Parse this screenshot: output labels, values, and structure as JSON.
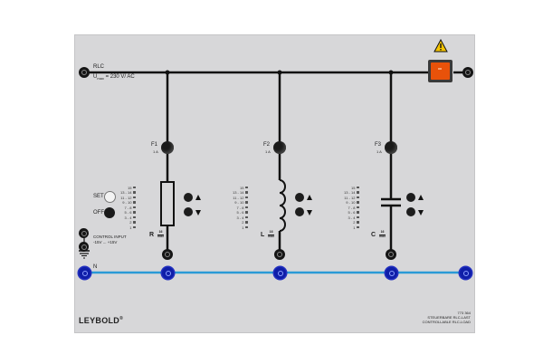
{
  "panel": {
    "supply_label": "RLC",
    "voltage_label": "U",
    "voltage_subscript": "max",
    "voltage_value": "= 230 V/ AC",
    "neutral_label": "N",
    "brand": "LEYBOLD",
    "brand_mark": "®",
    "article_number": "773 364",
    "title_de": "STEUERBARE RLC-LAST",
    "title_en": "CONTROLLABLE RLC-LOAD",
    "set_label": "SET",
    "off_label": "OFF",
    "control_input_label": "CONTROL INPUT",
    "control_input_range": "-15V ... +15V"
  },
  "fuses": [
    {
      "label": "F1",
      "rating": "1 A"
    },
    {
      "label": "F2",
      "rating": "1 A"
    },
    {
      "label": "F3",
      "rating": "1 A"
    }
  ],
  "components": [
    {
      "symbol": "R",
      "fraction_num": "16",
      "fraction_den": "max"
    },
    {
      "symbol": "L",
      "fraction_num": "16",
      "fraction_den": "max"
    },
    {
      "symbol": "C",
      "fraction_num": "16",
      "fraction_den": "max"
    }
  ],
  "led_scale": [
    "15",
    "13 - 14",
    "11 - 12",
    "9 - 10",
    "7 - 8",
    "5 - 6",
    "3 - 4",
    "2",
    "1"
  ],
  "colors": {
    "panel": "#d7d7d9",
    "wire": "#111111",
    "neutral_bus": "#2a9ad6",
    "terminal_blue": "#0f1ea8",
    "switch_orange": "#e8520a",
    "warning_yellow": "#f5c400"
  },
  "icons": [
    "warning-triangle-icon",
    "power-switch-icon",
    "ground-icon",
    "arrow-up-icon",
    "arrow-down-icon"
  ]
}
